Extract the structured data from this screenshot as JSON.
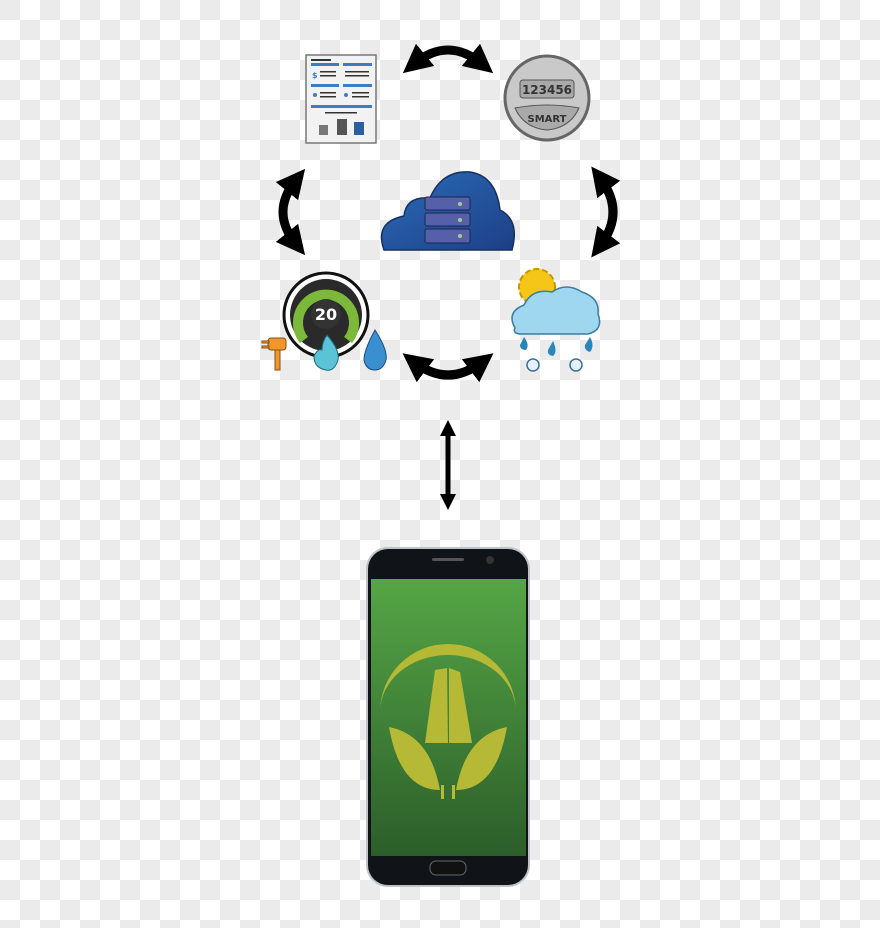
{
  "diagram": {
    "meter": {
      "reading": "123456",
      "label": "SMART"
    },
    "thermostat": {
      "value": "20"
    },
    "colors": {
      "arrow": "#000000",
      "cloud": "#1f4e96",
      "bill_accent": "#3d7cc0",
      "thermostat_ring": "#7cb93a",
      "plug": "#f0962a",
      "flame": "#5bc3d6",
      "water": "#3a8fd0",
      "sun": "#f5c518",
      "weather_cloud": "#9fd6f0",
      "phone_screen_top": "#55a646",
      "phone_screen_bottom": "#2c5e2a",
      "logo": "#b5b935"
    }
  }
}
